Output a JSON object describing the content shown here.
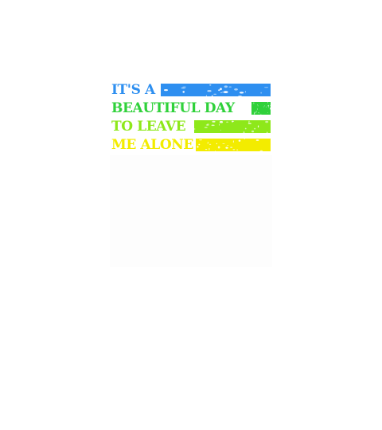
{
  "design": {
    "lines": [
      {
        "text": "IT'S A",
        "color": "#2e8ff0"
      },
      {
        "text": "BEAUTIFUL DAY",
        "color": "#2fd13a"
      },
      {
        "text": "TO LEAVE",
        "color": "#8ee81a"
      },
      {
        "text": "ME ALONE",
        "color": "#f3ec00"
      }
    ]
  }
}
